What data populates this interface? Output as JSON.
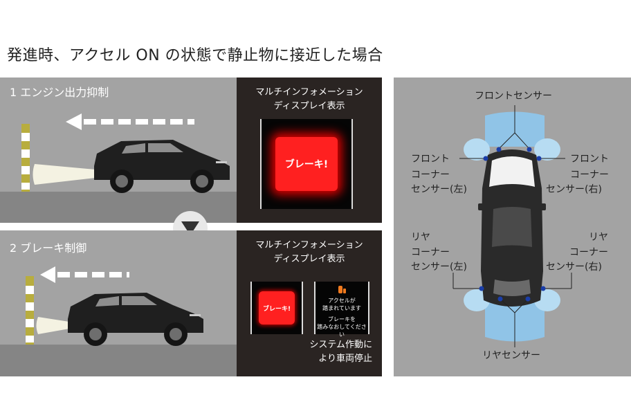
{
  "title": "発進時、アクセル ON の状態で静止物に接近した場合",
  "step1": {
    "label": "1 エンジン出力抑制",
    "display_title_1": "マルチインフォメーション",
    "display_title_2": "ディスプレイ表示",
    "warning": "ブレーキ!"
  },
  "step2": {
    "label": "2 ブレーキ制御",
    "display_title_1": "マルチインフォメーション",
    "display_title_2": "ディスプレイ表示",
    "warning": "ブレーキ!",
    "msg_line1": "アクセルが",
    "msg_line2": "踏まれています",
    "msg_line3": "ブレーキを",
    "msg_line4": "踏みなおしてください",
    "result_1": "システム作動に",
    "result_2": "より車両停止"
  },
  "sensors": {
    "front": "フロントセンサー",
    "front_left": [
      "フロント",
      "コーナー",
      "センサー(左)"
    ],
    "front_right": [
      "フロント",
      "コーナー",
      "センサー(右)"
    ],
    "rear_left": [
      "リヤ",
      "コーナー",
      "センサー(左)"
    ],
    "rear_right": [
      "リヤ",
      "コーナー",
      "センサー(右)"
    ],
    "rear": "リヤセンサー"
  },
  "colors": {
    "scene_bg": "#a3a3a3",
    "ground": "#858585",
    "display_bg": "#2a2422",
    "warning_red": "#ff2020",
    "sensor_blue": "#8ec8ee",
    "pole_yellow": "#b8ad3e"
  }
}
